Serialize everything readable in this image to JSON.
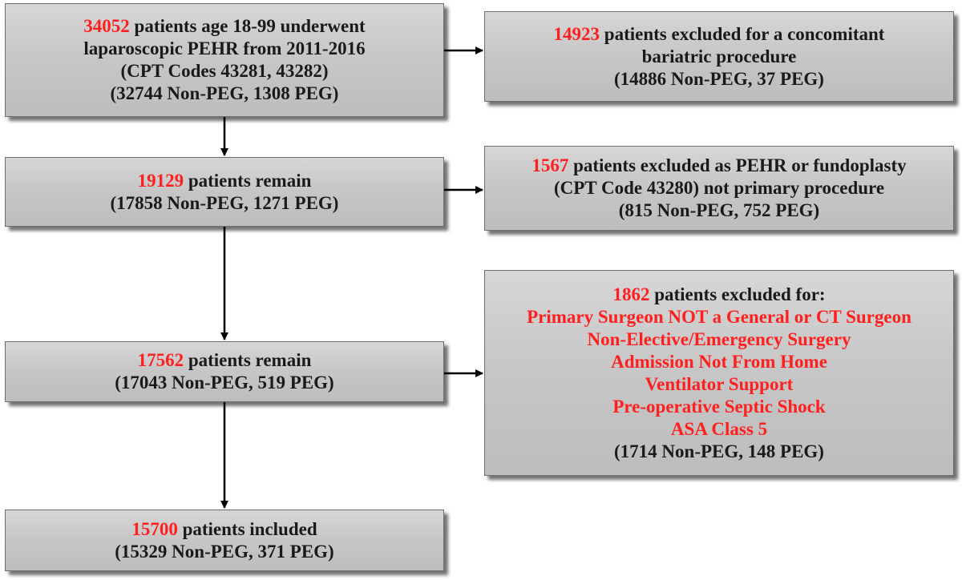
{
  "accent_color": "#ff1f1f",
  "main_flow": [
    {
      "count": "34052",
      "lines": [
        "patients age 18-99 underwent",
        "laparoscopic PEHR from 2011-2016",
        "(CPT Codes 43281, 43282)",
        "(32744 Non-PEG, 1308 PEG)"
      ]
    },
    {
      "count": "19129",
      "lines": [
        "patients remain",
        "(17858 Non-PEG, 1271 PEG)"
      ]
    },
    {
      "count": "17562",
      "lines": [
        "patients remain",
        "(17043 Non-PEG, 519 PEG)"
      ]
    },
    {
      "count": "15700",
      "lines": [
        "patients included",
        "(15329 Non-PEG, 371 PEG)"
      ]
    }
  ],
  "exclusions": [
    {
      "count": "14923",
      "lines": [
        "patients excluded for a concomitant",
        "bariatric procedure",
        "(14886 Non-PEG, 37 PEG)"
      ]
    },
    {
      "count": "1567",
      "lines": [
        "patients excluded as PEHR or fundoplasty",
        "(CPT Code 43280) not primary procedure",
        "(815 Non-PEG, 752 PEG)"
      ]
    },
    {
      "count": "1862",
      "lines": [
        "patients excluded for:"
      ],
      "criteria": [
        "Primary Surgeon NOT a General or CT Surgeon",
        "Non-Elective/Emergency Surgery",
        "Admission Not From Home",
        "Ventilator Support",
        "Pre-operative Septic Shock",
        "ASA Class 5"
      ],
      "summary": "(1714 Non-PEG, 148 PEG)"
    }
  ]
}
